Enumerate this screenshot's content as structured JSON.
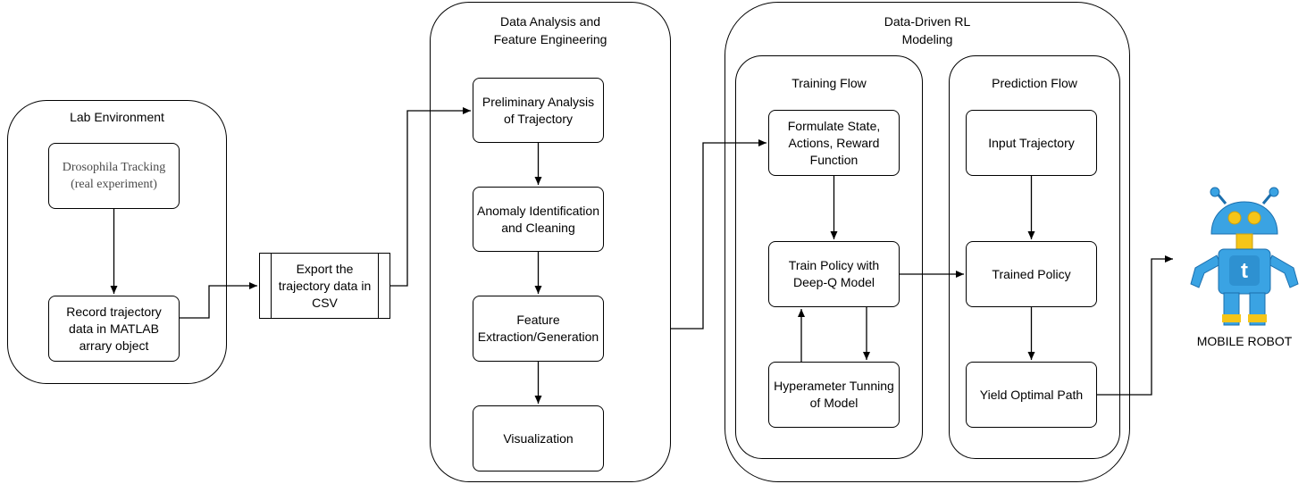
{
  "groups": {
    "lab": {
      "title": "Lab Environment"
    },
    "analysis": {
      "title": "Data Analysis and\nFeature Engineering"
    },
    "rl": {
      "title": "Data-Driven RL\nModeling"
    },
    "training": {
      "title": "Training Flow"
    },
    "prediction": {
      "title": "Prediction Flow"
    }
  },
  "nodes": {
    "drosophila": "Drosophila Tracking\n(real experiment)",
    "record": "Record trajectory\ndata in MATLAB\narrary object",
    "export": "Export the\ntrajectory data in\nCSV",
    "preliminary": "Preliminary Analysis\nof Trajectory",
    "anomaly": "Anomaly Identification\nand Cleaning",
    "feature": "Feature\nExtraction/Generation",
    "visualization": "Visualization",
    "formulate": "Formulate State,\nActions, Reward\nFunction",
    "train_policy": "Train Policy with\nDeep-Q Model",
    "hyper": "Hyperameter Tunning\nof Model",
    "input_traj": "Input Trajectory",
    "trained_policy": "Trained Policy",
    "yield": "Yield Optimal Path"
  },
  "robot": {
    "label": "MOBILE ROBOT",
    "icon": "robot-icon",
    "badge_icon": "twitter-bird-icon"
  },
  "colors": {
    "robot_blue": "#3aa3e3",
    "robot_yellow": "#f5c518",
    "robot_dark": "#1b6fae"
  }
}
